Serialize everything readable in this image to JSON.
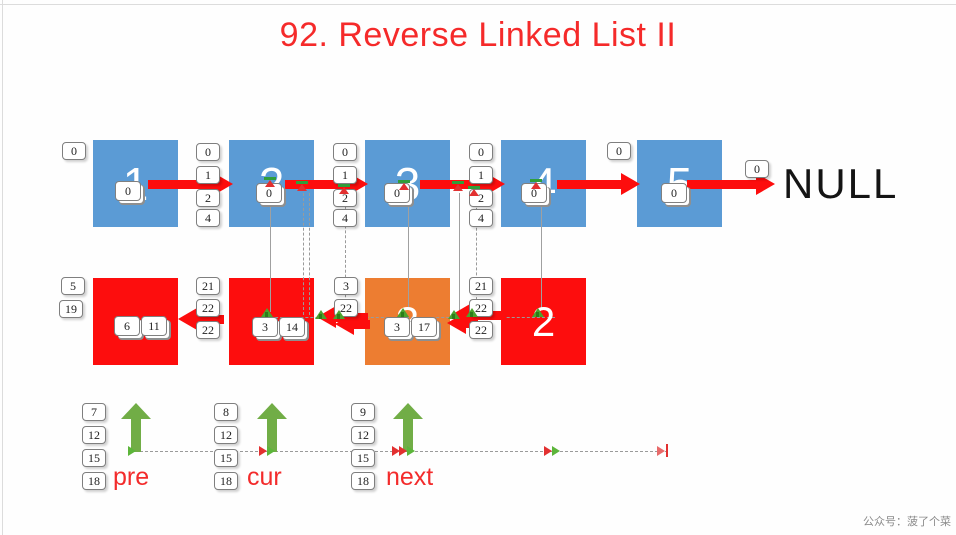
{
  "title": "92. Reverse Linked List II",
  "null_label": "NULL",
  "watermark": "公众号：菠了个菜",
  "colors": {
    "node_blue": "#5b9bd5",
    "node_red": "#fd0d0d",
    "node_orange": "#ed7d31",
    "arrow_red": "#fd0d0d",
    "pointer_green": "#71ad46",
    "marker_green": "#4ba32d",
    "marker_red": "#e23030",
    "title_red": "#f52a2a"
  },
  "top_row": {
    "head_box": "0",
    "nodes": [
      {
        "value": "1",
        "pointer_box": "0"
      },
      {
        "value": "2",
        "pointer_box": "0"
      },
      {
        "value": "3",
        "pointer_box": "0"
      },
      {
        "value": "4",
        "pointer_box": "0"
      },
      {
        "value": "5",
        "pointer_box": "0"
      }
    ],
    "index_columns": [
      [
        "0",
        "1",
        "2",
        "4"
      ],
      [
        "0",
        "1",
        "2",
        "4"
      ],
      [
        "0",
        "1",
        "2",
        "4"
      ]
    ],
    "gap_box_45": "0",
    "null_box": "0"
  },
  "middle_row": {
    "left_boxes": [
      "5",
      "19"
    ],
    "squares": [
      {
        "value": "",
        "boxes": [
          "6",
          "11"
        ]
      },
      {
        "value": "",
        "boxes": [
          "3",
          "14"
        ]
      },
      {
        "value": "3",
        "boxes": [
          "3",
          "17"
        ]
      },
      {
        "value": "2",
        "boxes": []
      }
    ],
    "index_columns": [
      [
        "21",
        "22",
        "22"
      ],
      [
        "3",
        "22"
      ],
      [
        "21",
        "22",
        "22"
      ]
    ]
  },
  "pointers": {
    "items": [
      {
        "label": "pre",
        "steps": [
          "7",
          "12",
          "15",
          "18"
        ]
      },
      {
        "label": "cur",
        "steps": [
          "8",
          "12",
          "15",
          "18"
        ]
      },
      {
        "label": "next",
        "steps": [
          "9",
          "12",
          "15",
          "18"
        ]
      }
    ]
  }
}
